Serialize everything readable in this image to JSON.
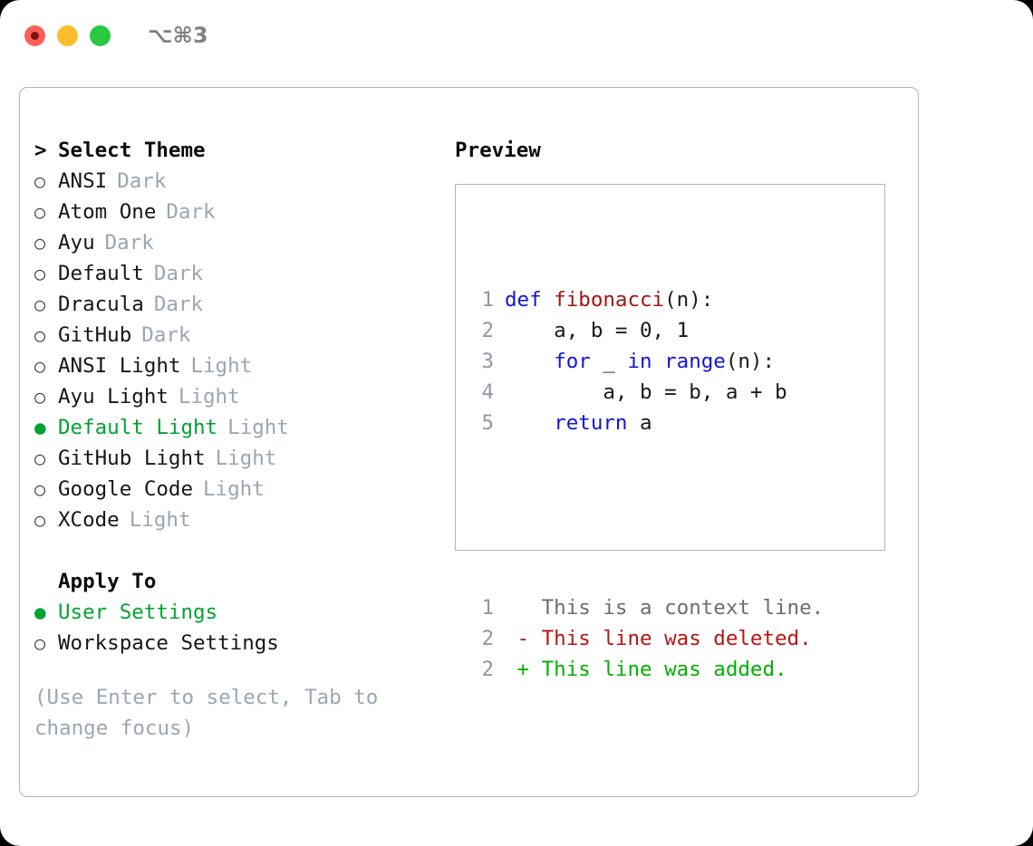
{
  "titlebar": {
    "shortcut": "⌥⌘3",
    "buttons": [
      {
        "name": "close",
        "color": "#ff5f57"
      },
      {
        "name": "minimize",
        "color": "#ffbd2e"
      },
      {
        "name": "maximize",
        "color": "#28c840"
      }
    ]
  },
  "theme_section": {
    "heading": "Select Theme",
    "caret": ">",
    "marker_unselected": "○",
    "marker_selected": "●",
    "items": [
      {
        "label": "ANSI",
        "tag": "Dark",
        "selected": false
      },
      {
        "label": "Atom One",
        "tag": "Dark",
        "selected": false
      },
      {
        "label": "Ayu",
        "tag": "Dark",
        "selected": false
      },
      {
        "label": "Default",
        "tag": "Dark",
        "selected": false
      },
      {
        "label": "Dracula",
        "tag": "Dark",
        "selected": false
      },
      {
        "label": "GitHub",
        "tag": "Dark",
        "selected": false
      },
      {
        "label": "ANSI Light",
        "tag": "Light",
        "selected": false
      },
      {
        "label": "Ayu Light",
        "tag": "Light",
        "selected": false
      },
      {
        "label": "Default Light",
        "tag": "Light",
        "selected": true
      },
      {
        "label": "GitHub Light",
        "tag": "Light",
        "selected": false
      },
      {
        "label": "Google Code",
        "tag": "Light",
        "selected": false
      },
      {
        "label": "XCode",
        "tag": "Light",
        "selected": false
      }
    ]
  },
  "apply_section": {
    "heading": "Apply To",
    "items": [
      {
        "label": "User Settings",
        "selected": true
      },
      {
        "label": "Workspace Settings",
        "selected": false
      }
    ]
  },
  "hint": "(Use Enter to select, Tab to change focus)",
  "preview": {
    "title": "Preview",
    "code_lines": [
      {
        "num": "1",
        "tokens": [
          {
            "t": "def ",
            "c": "kw"
          },
          {
            "t": "fibonacci",
            "c": "fn"
          },
          {
            "t": "(n):",
            "c": "pl"
          }
        ]
      },
      {
        "num": "2",
        "tokens": [
          {
            "t": "    a, b = 0, 1",
            "c": "pl"
          }
        ]
      },
      {
        "num": "3",
        "tokens": [
          {
            "t": "    ",
            "c": "pl"
          },
          {
            "t": "for",
            "c": "kw"
          },
          {
            "t": " _ ",
            "c": "pl"
          },
          {
            "t": "in",
            "c": "kw"
          },
          {
            "t": " ",
            "c": "pl"
          },
          {
            "t": "range",
            "c": "kw"
          },
          {
            "t": "(n):",
            "c": "pl"
          }
        ]
      },
      {
        "num": "4",
        "tokens": [
          {
            "t": "        a, b = b, a + b",
            "c": "pl"
          }
        ]
      },
      {
        "num": "5",
        "tokens": [
          {
            "t": "    ",
            "c": "pl"
          },
          {
            "t": "return",
            "c": "kw"
          },
          {
            "t": " a",
            "c": "pl"
          }
        ]
      }
    ],
    "diff_lines": [
      {
        "num": "1",
        "sign": " ",
        "text": "This is a context line.",
        "kind": "ctx"
      },
      {
        "num": "2",
        "sign": "-",
        "text": "This line was deleted.",
        "kind": "del"
      },
      {
        "num": "2",
        "sign": "+",
        "text": "This line was added.",
        "kind": "add"
      }
    ]
  }
}
